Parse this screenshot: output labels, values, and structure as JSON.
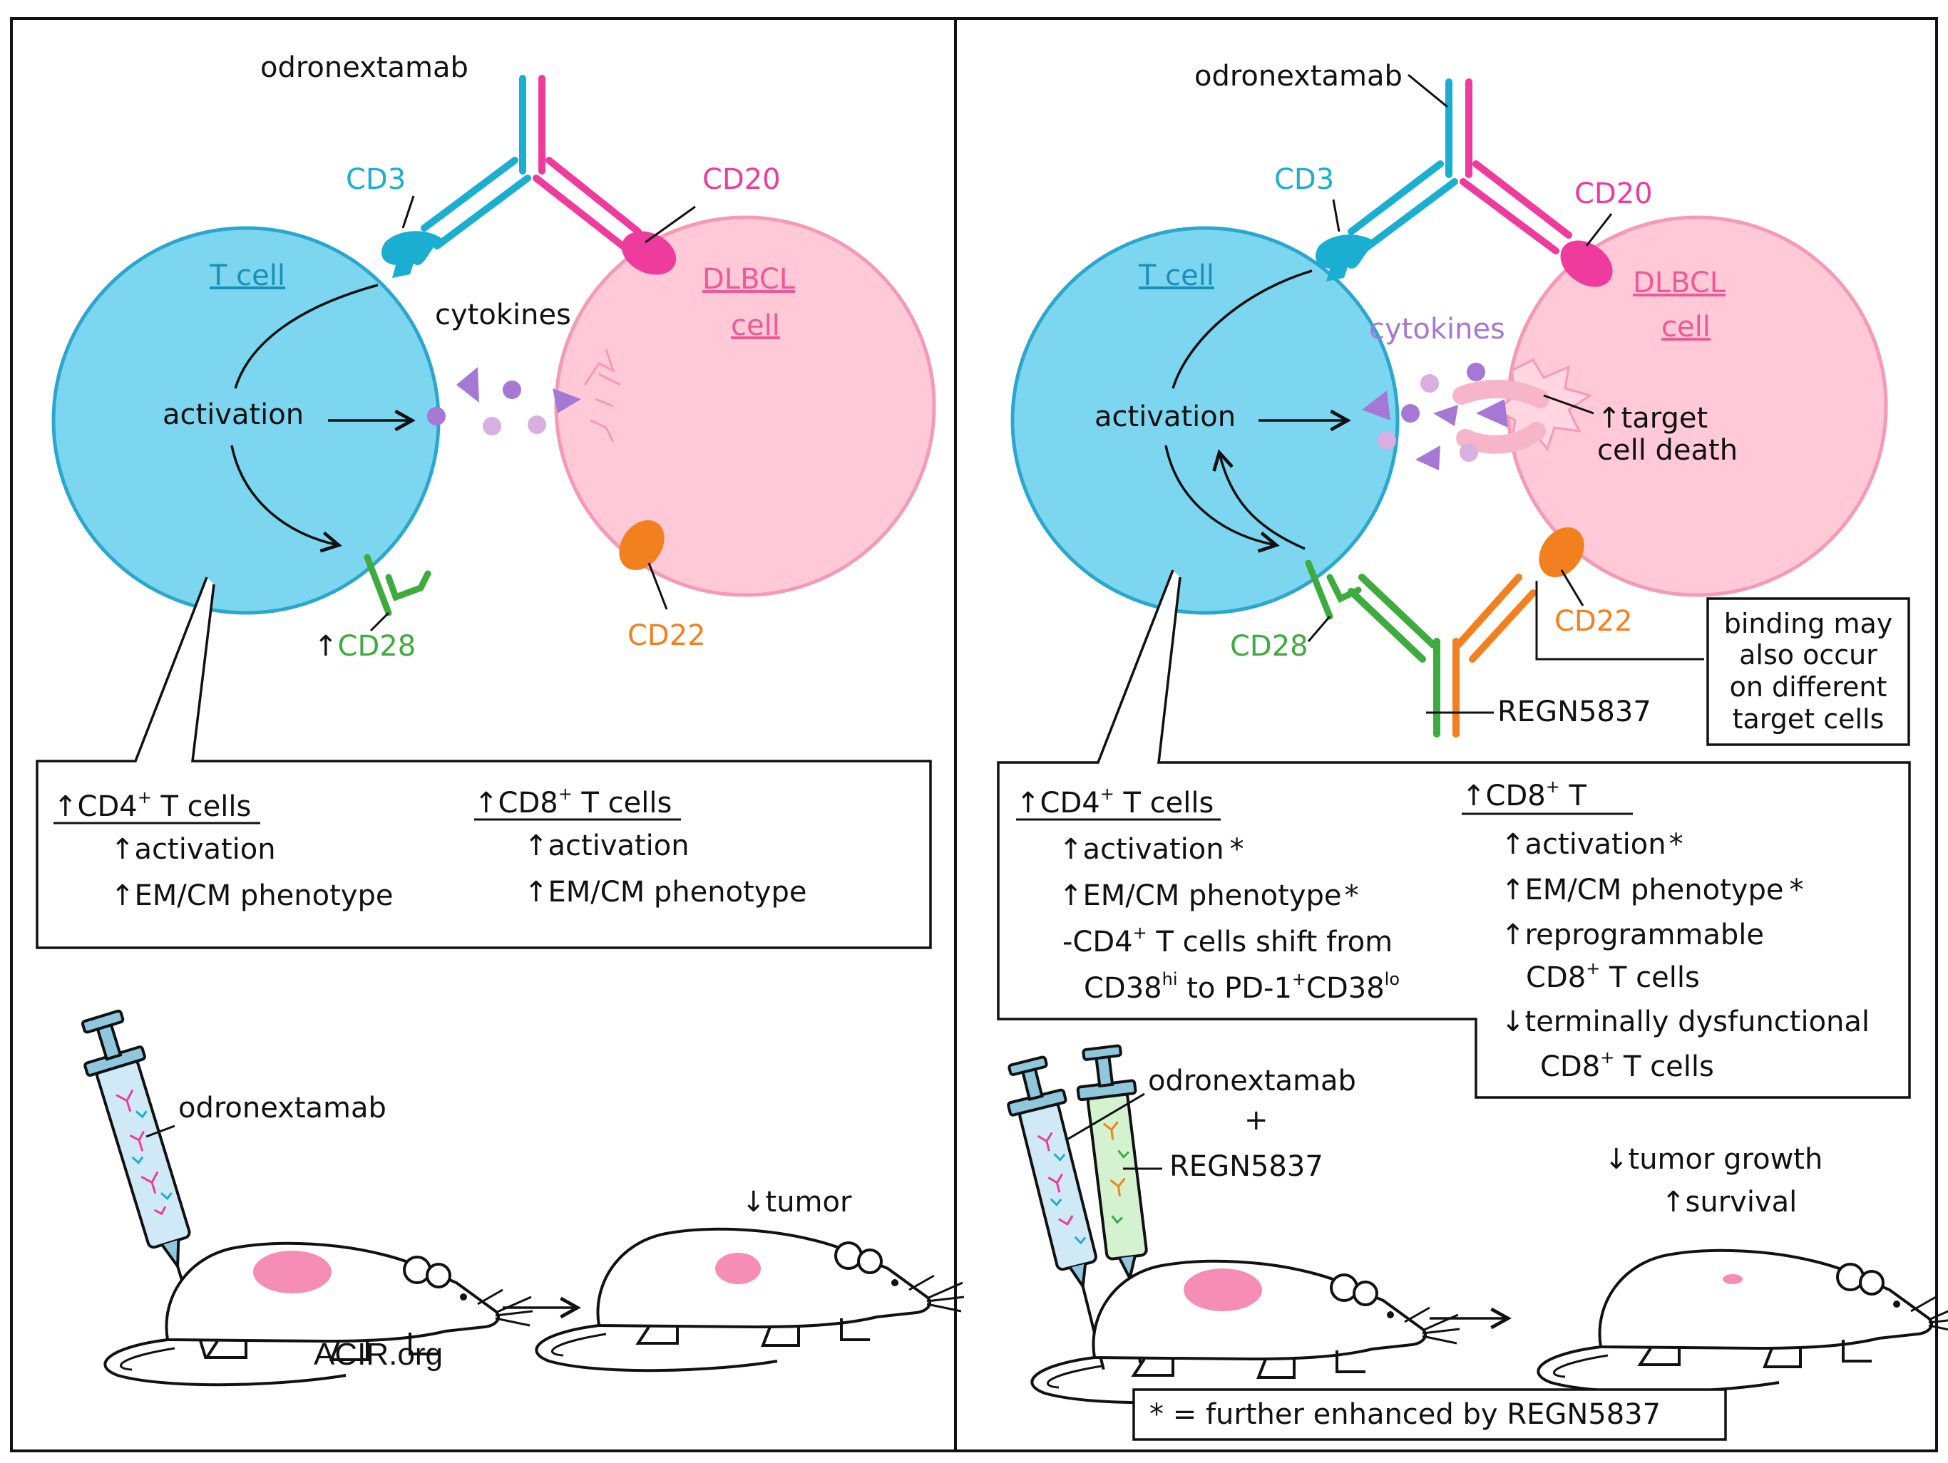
{
  "colors": {
    "cd3": "#1aaed0",
    "cd20": "#ee3b9d",
    "cd28": "#3dab3d",
    "cd22": "#f3801f",
    "tcell_fill": "#7dd6ef",
    "tcell_stroke": "#2aa7cf",
    "dlbcl_fill": "#ffc9d8",
    "dlbcl_stroke": "#f59ab6",
    "cytokine": "#a478d4",
    "cytokine_light": "#d9aee0",
    "tumor": "#f58db4"
  },
  "left_panel": {
    "drug_label": "odronextamab",
    "cd3_label": "CD3",
    "cd20_label": "CD20",
    "tcell_label": "T cell",
    "dlbcl_label_1": "DLBCL",
    "dlbcl_label_2": "cell",
    "cytokines_label": "cytokines",
    "activation_label": "activation",
    "cd28_label": "CD28",
    "cd28_arrow": "↑",
    "cd22_label": "CD22",
    "box": {
      "cd4_arrow": "↑",
      "cd4_title": "CD4",
      "cd4_sup": "+",
      "cd4_suffix": " T cells",
      "cd4_lines": [
        "↑activation",
        "↑EM/CM phenotype"
      ],
      "cd8_arrow": "↑",
      "cd8_title": "CD8",
      "cd8_sup": "+",
      "cd8_suffix": " T cells",
      "cd8_lines": [
        "↑activation",
        "↑EM/CM phenotype"
      ]
    },
    "syringe_label": "odronextamab",
    "result_label": "↓tumor",
    "watermark": "ACIR.org"
  },
  "right_panel": {
    "drug_label": "odronextamab",
    "cd3_label": "CD3",
    "cd20_label": "CD20",
    "tcell_label": "T cell",
    "dlbcl_label_1": "DLBCL",
    "dlbcl_label_2": "cell",
    "cytokines_label": "cytokines",
    "activation_label": "activation",
    "target_death_1": "↑target",
    "target_death_2": "cell death",
    "cd28_label": "CD28",
    "cd22_label": "CD22",
    "regn_label": "REGN5837",
    "binding_note": [
      "binding may",
      "also occur",
      "on different",
      "target cells"
    ],
    "box": {
      "cd4_arrow": "↑",
      "cd4_title": "CD4",
      "cd4_sup": "+",
      "cd4_suffix": " T cells",
      "cd4_line1": "↑activation",
      "cd4_line2": "↑EM/CM phenotype",
      "cd4_shift_a": "-CD4",
      "cd4_shift_b": " T cells shift from",
      "cd4_shift_c": "CD38",
      "cd4_shift_hi": "hi",
      "cd4_shift_d": " to PD-1",
      "cd4_shift_e": "CD38",
      "cd4_shift_lo": "lo",
      "cd8_arrow": "↑",
      "cd8_title": "CD8",
      "cd8_sup": "+",
      "cd8_suffix": " T",
      "cd8_line1": "↑activation",
      "cd8_line2": "↑EM/CM phenotype",
      "cd8_line3": "↑reprogrammable",
      "cd8_line4a": "CD8",
      "cd8_line4b": " T cells",
      "cd8_line5": "↓terminally dysfunctional",
      "cd8_line6a": "CD8",
      "cd8_line6b": " T cells",
      "sup_plus": "+",
      "asterisk": "*"
    },
    "syringe_label_1": "odronextamab",
    "syringe_plus": "+",
    "syringe_label_2": "REGN5837",
    "result_1": "↓tumor growth",
    "result_2": "↑survival",
    "footnote": "* = further enhanced by REGN5837"
  }
}
